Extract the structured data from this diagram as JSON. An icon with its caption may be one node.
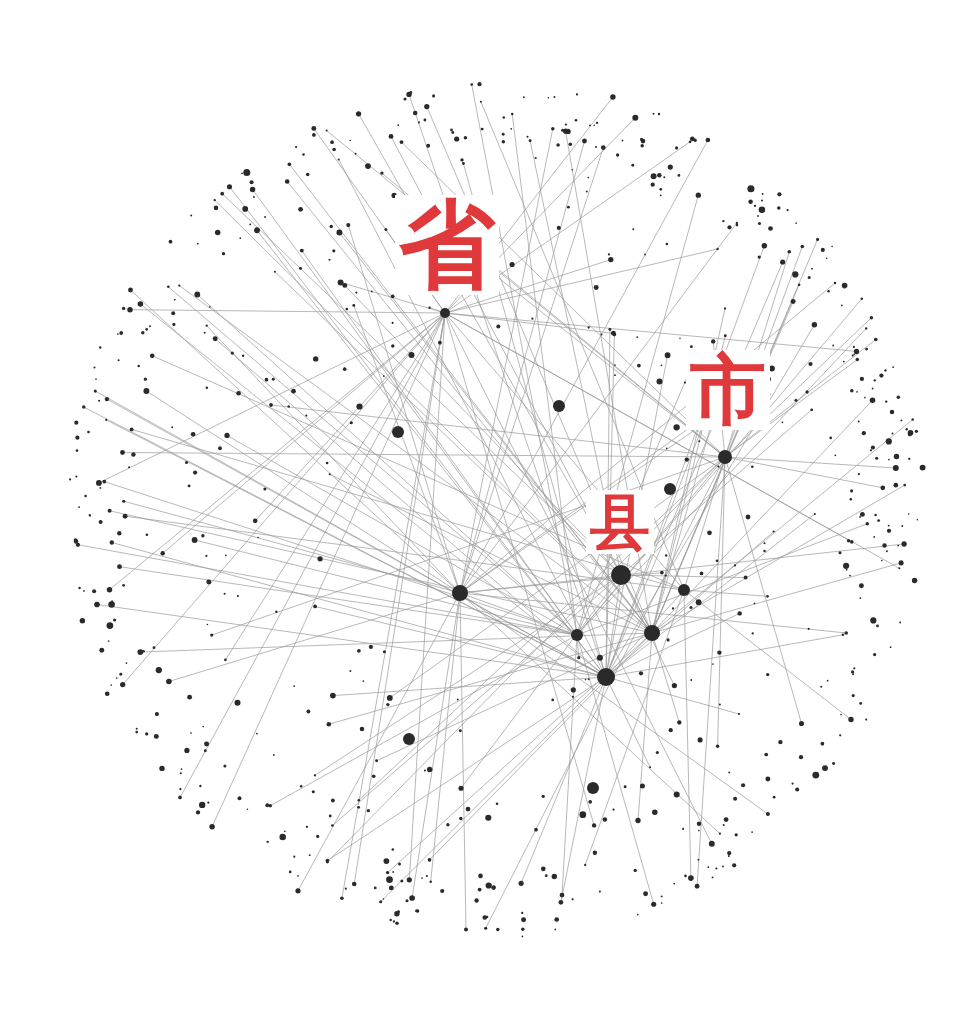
{
  "diagram": {
    "labels": [
      "省",
      "市",
      "县"
    ]
  }
}
